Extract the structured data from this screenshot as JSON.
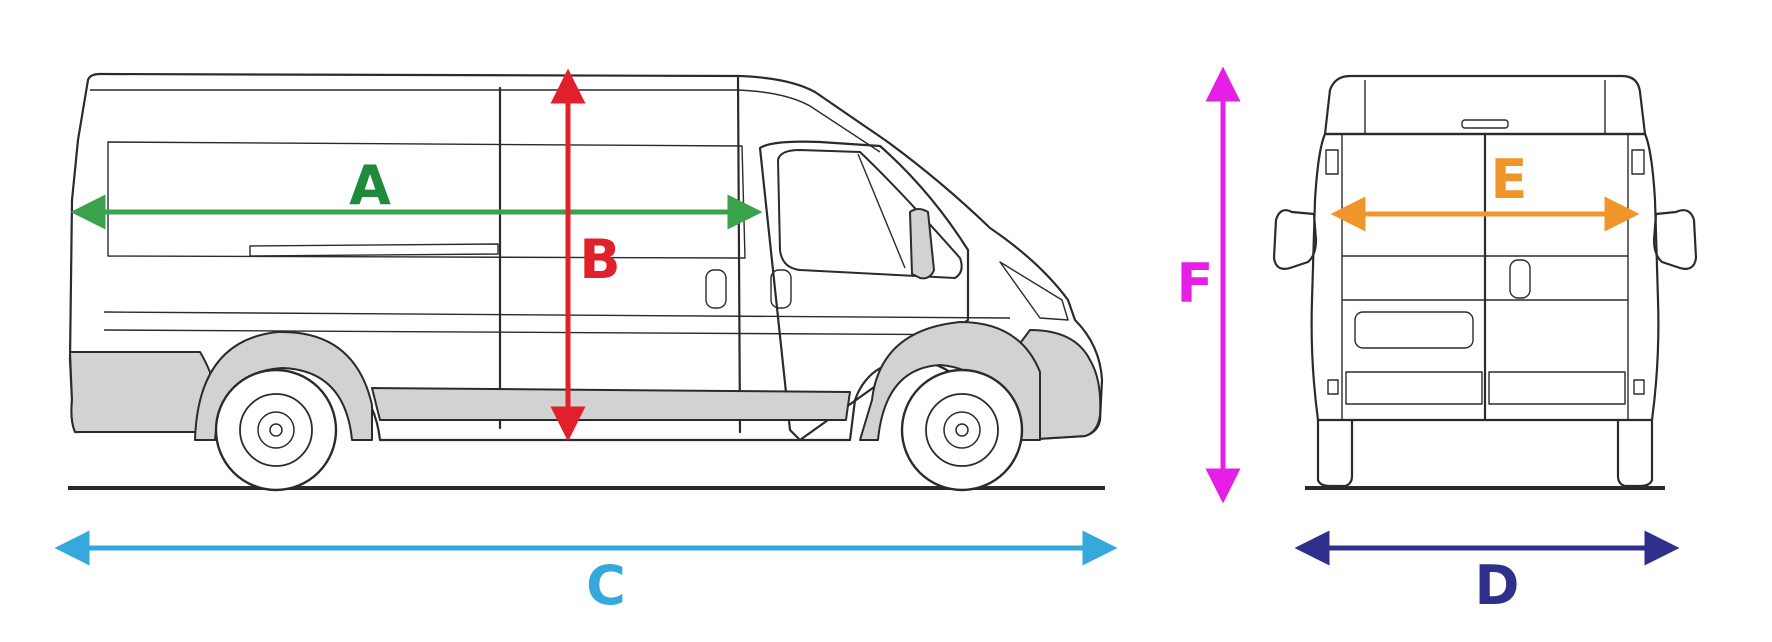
{
  "dimensions": [
    {
      "key": "A",
      "label": "A",
      "color": "#3aa24a"
    },
    {
      "key": "B",
      "label": "B",
      "color": "#e0202a"
    },
    {
      "key": "C",
      "label": "C",
      "color": "#35a8dc"
    },
    {
      "key": "D",
      "label": "D",
      "color": "#2f2f8c"
    },
    {
      "key": "E",
      "label": "E",
      "color": "#f0952a"
    },
    {
      "key": "F",
      "label": "F",
      "color": "#e61fe6"
    }
  ],
  "views": {
    "side": "side-view-van",
    "rear": "rear-view-van"
  }
}
